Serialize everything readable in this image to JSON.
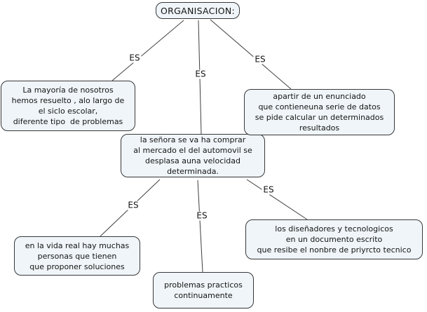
{
  "diagram_title": "ORGANISACION:",
  "colors": {
    "background": "#ffffff",
    "node_fill": "#eff5f8",
    "node_border": "#38383a",
    "connector": "#3f3f3f",
    "text": "#141414"
  },
  "nodes": {
    "root": {
      "label": "ORGANISACION:"
    },
    "left": {
      "lines": [
        "La mayoría de nosotros",
        "hemos resuelto , alo largo de",
        "el siclo escolar,",
        "diferente tipo  de problemas"
      ]
    },
    "middle": {
      "lines": [
        "la señora se va ha comprar",
        "al mercado el del automovil se",
        "desplasa auna velocidad",
        "determinada."
      ]
    },
    "right": {
      "lines": [
        "apartir de un enunciado",
        "que contieneuna serie de datos",
        "se pide calcular un determinados",
        "resultados"
      ]
    },
    "bottom_left": {
      "lines": [
        "en la vida real hay muchas",
        "personas que tienen",
        "que proponer soluciones"
      ]
    },
    "bottom_middle": {
      "lines": [
        "problemas practicos",
        "continuamente"
      ]
    },
    "bottom_right": {
      "lines": [
        "los diseñadores y tecnologicos",
        "en un documento escrito",
        "que resibe el nonbre de priyrcto tecnico"
      ]
    }
  },
  "connections": [
    {
      "from": "root",
      "to": "left",
      "label": "ES"
    },
    {
      "from": "root",
      "to": "middle",
      "label": "ES"
    },
    {
      "from": "root",
      "to": "right",
      "label": "ES"
    },
    {
      "from": "middle",
      "to": "bottom_left",
      "label": "ES"
    },
    {
      "from": "middle",
      "to": "bottom_middle",
      "label": "ES"
    },
    {
      "from": "middle",
      "to": "bottom_right",
      "label": "ES"
    }
  ]
}
